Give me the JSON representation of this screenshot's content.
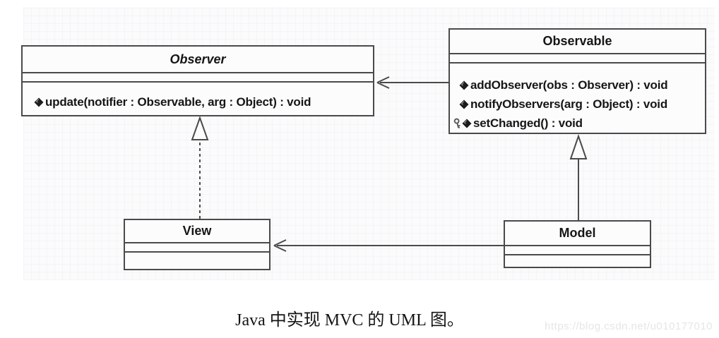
{
  "colors": {
    "line": "#4a4a4a",
    "text": "#161616",
    "box_background": "#fcfcfd",
    "canvas_background": "#fbfbfc",
    "watermark": "#e6e6e6"
  },
  "uml": {
    "classes": [
      {
        "name": "Observer",
        "style": "abstract-italic",
        "methods": [
          {
            "icon": "diamond-icon",
            "text": "update(notifier : Observable, arg : Object) : void"
          }
        ]
      },
      {
        "name": "Observable",
        "style": "concrete",
        "methods": [
          {
            "icon": "diamond-icon",
            "text": "addObserver(obs : Observer) : void"
          },
          {
            "icon": "diamond-icon",
            "text": "notifyObservers(arg : Object) : void"
          },
          {
            "icon": "key-diamond-icon",
            "text": "setChanged() : void"
          }
        ]
      },
      {
        "name": "View",
        "style": "concrete",
        "methods": []
      },
      {
        "name": "Model",
        "style": "concrete",
        "methods": []
      }
    ],
    "relationships": [
      {
        "type": "directed-association",
        "from": "Observable",
        "to": "Observer",
        "line": "solid",
        "head": "open-arrow"
      },
      {
        "type": "realization",
        "from": "View",
        "to": "Observer",
        "line": "dashed",
        "head": "hollow-triangle"
      },
      {
        "type": "generalization",
        "from": "Model",
        "to": "Observable",
        "line": "solid",
        "head": "hollow-triangle"
      },
      {
        "type": "directed-association",
        "from": "Model",
        "to": "View",
        "line": "solid",
        "head": "open-arrow"
      }
    ]
  },
  "caption": "Java 中实现 MVC 的 UML 图。",
  "watermark": "https://blog.csdn.net/u010177010"
}
